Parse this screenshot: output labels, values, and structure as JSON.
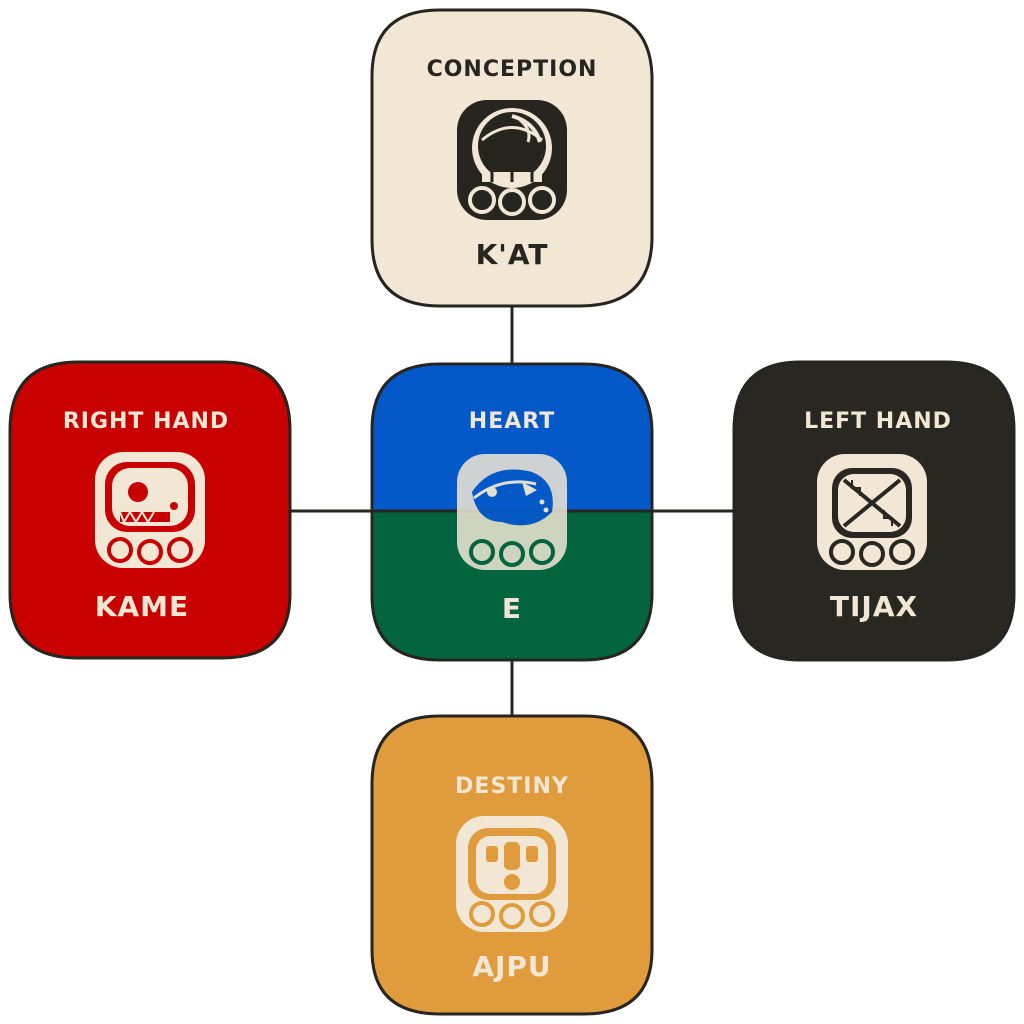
{
  "cards": {
    "conception": {
      "title": "CONCEPTION",
      "name": "K'AT",
      "fill": "#f1e7d4",
      "ink": "#26251f",
      "glyph": "net-glyph-icon"
    },
    "right_hand": {
      "title": "RIGHT HAND",
      "name": "KAME",
      "fill": "#c80000",
      "ink": "#f1e7d4",
      "glyph": "skull-glyph-icon"
    },
    "heart": {
      "title": "HEART",
      "name": "E",
      "fill_top": "#0458c8",
      "fill_bottom": "#02653f",
      "ink": "#f1e7d4",
      "glyph": "serpent-glyph-icon"
    },
    "left_hand": {
      "title": "LEFT HAND",
      "name": "TIJAX",
      "fill": "#282722",
      "ink": "#f1e7d4",
      "glyph": "flint-glyph-icon"
    },
    "destiny": {
      "title": "DESTINY",
      "name": "AJPU",
      "fill": "#e09b3c",
      "ink": "#f1e7d4",
      "glyph": "face-glyph-icon"
    }
  },
  "colors": {
    "outline": "#26251f"
  }
}
